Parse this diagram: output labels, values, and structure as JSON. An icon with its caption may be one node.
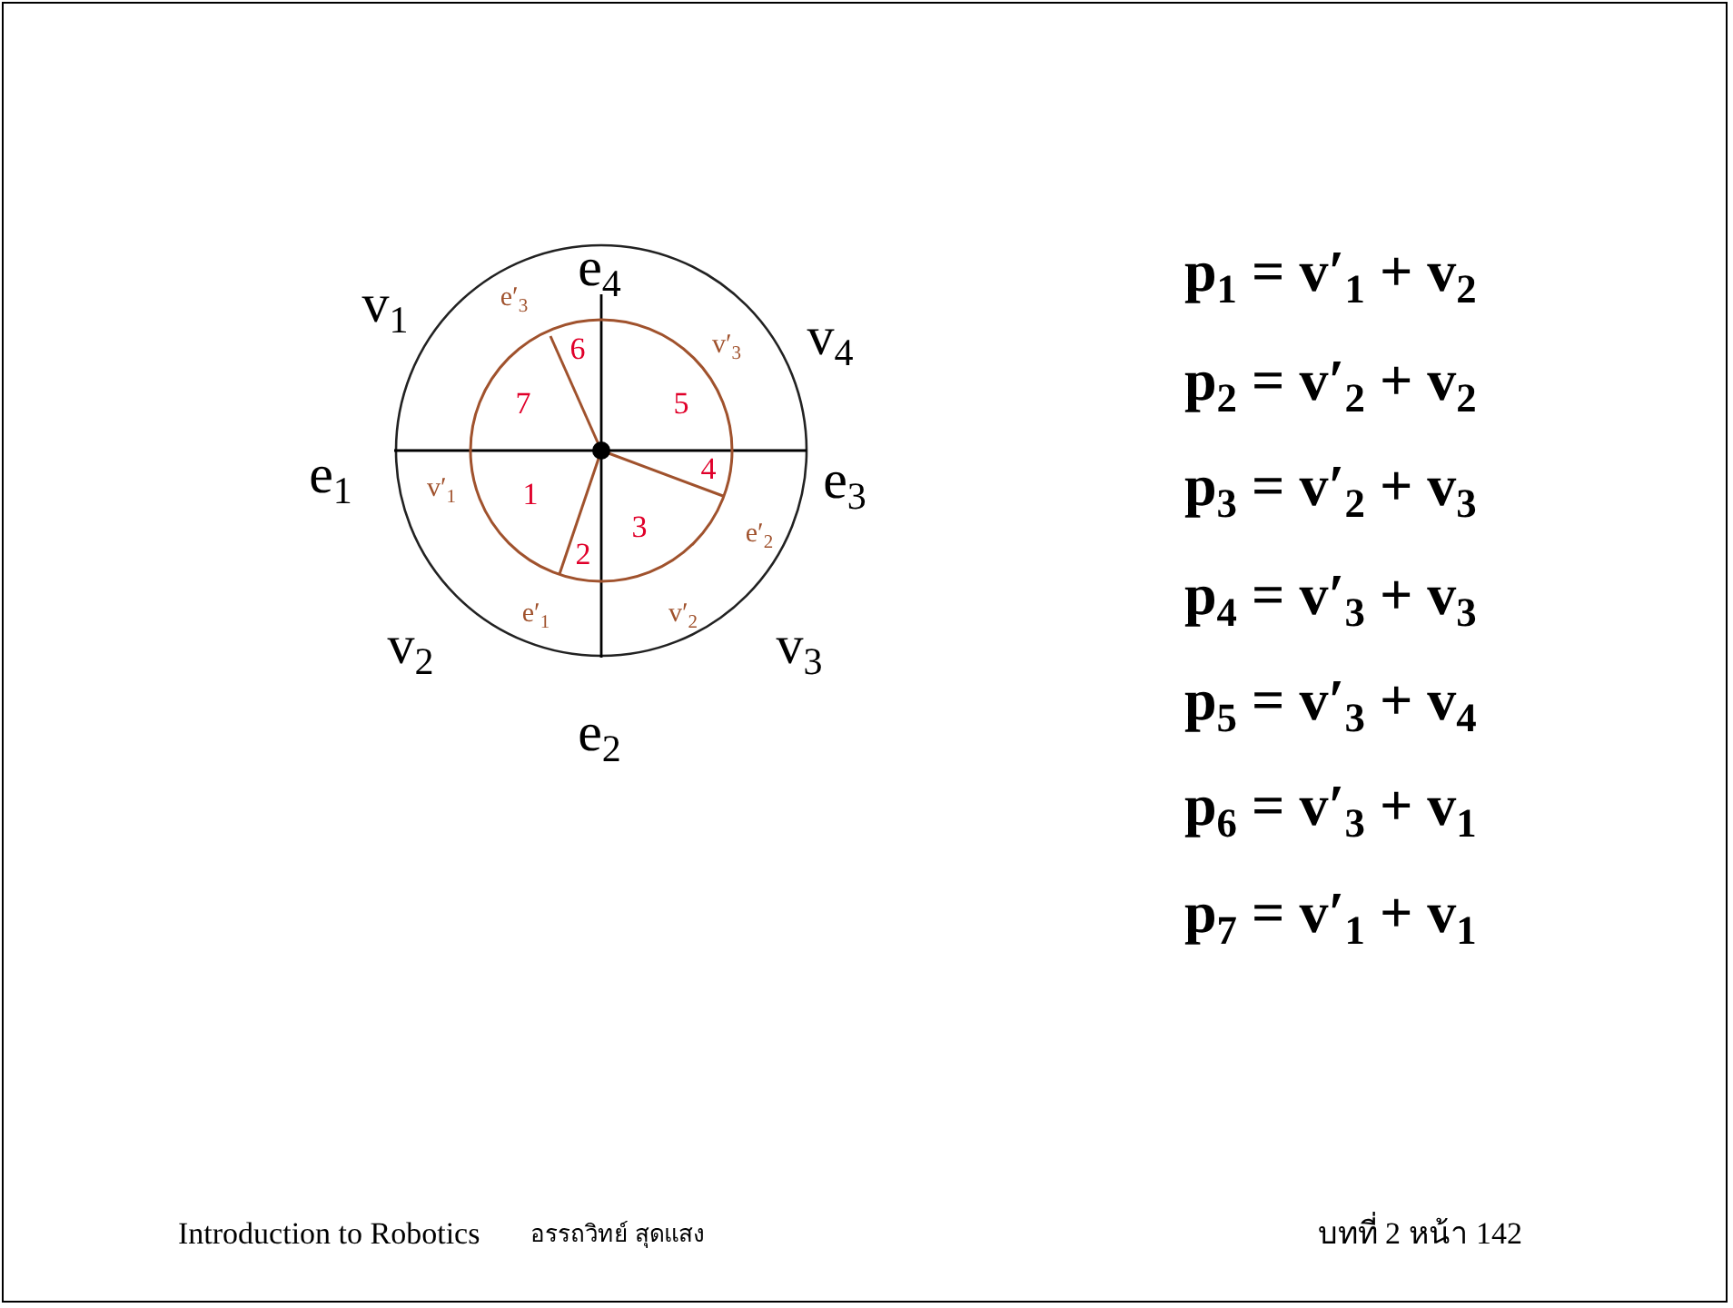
{
  "diagram": {
    "labels": [
      "e$_{4}$",
      "v$_{1}$",
      "e′$_{3}$",
      "6",
      "v′$_{3}$",
      "v$_{4}$",
      "7",
      "5",
      "e$_{1}$",
      "v′$_{1}$",
      "1",
      "4",
      "e$_{3}$",
      "3",
      "e′$_{2}$",
      "2",
      "e′$_{1}$",
      "v′$_{2}$",
      "v$_{2}$",
      "v$_{3}$",
      "e$_{2}$",
      "p$_{1}$ = v′$_{1}$ + v$_{2}$",
      "p$_{2}$ = v′$_{2}$ + v$_{2}$",
      "p$_{3}$ = v′$_{2}$ + v$_{3}$",
      "p$_{4}$ = v′$_{3}$ + v$_{3}$",
      "p$_{5}$ = v′$_{3}$ + v$_{4}$",
      "p$_{6}$ = v′$_{3}$ + v$_{1}$",
      "p$_{7}$ = v′$_{1}$ + v$_{1}$",
      "Introduction to Robotics",
      "อรรถวิทย์ สุดแสง",
      "บทที่ 2 หน้า 142"
    ]
  }
}
